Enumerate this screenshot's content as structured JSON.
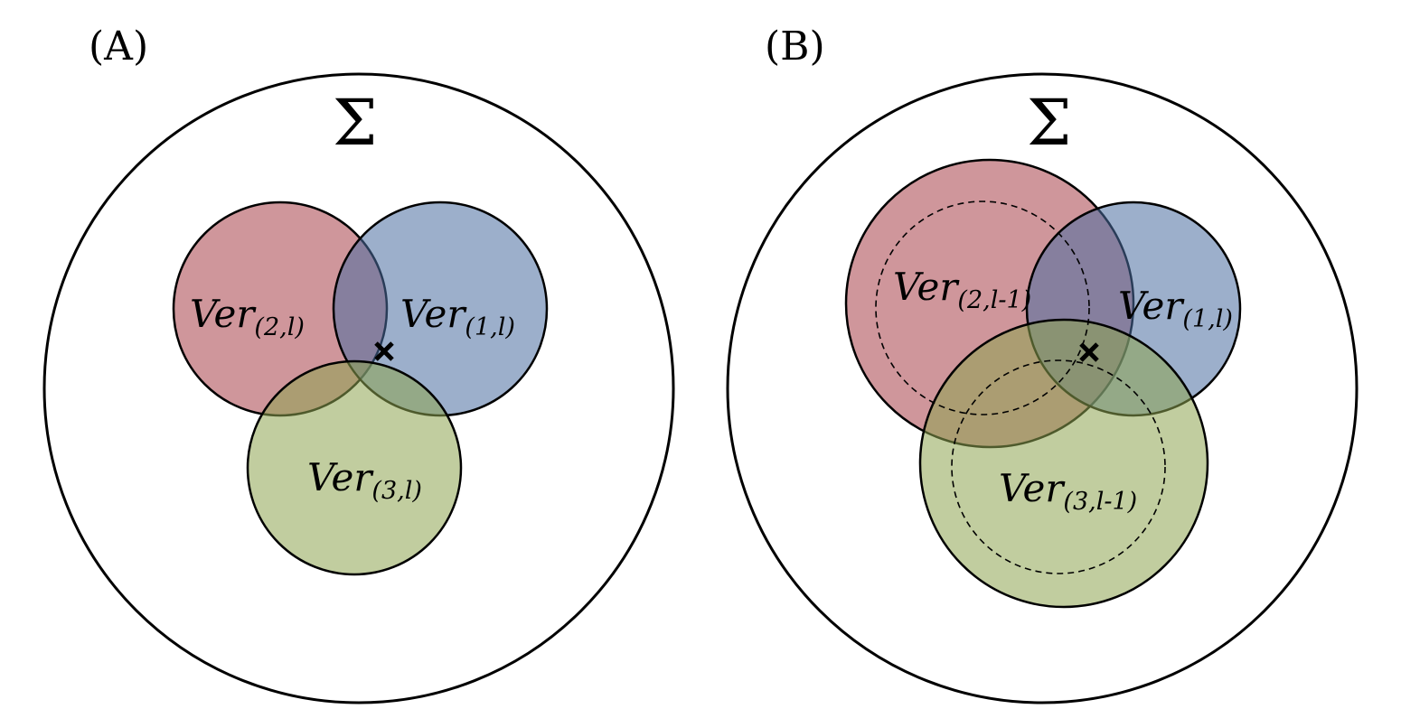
{
  "colors": {
    "red_set": "#a84048",
    "blue_set": "#4a6ea0",
    "green_set": "#8ea451"
  },
  "panel_a": {
    "label": "(A)",
    "universe_symbol": "Σ",
    "sets": [
      {
        "name": "Ver",
        "subscript": "(2,l)"
      },
      {
        "name": "Ver",
        "subscript": "(1,l)"
      },
      {
        "name": "Ver",
        "subscript": "(3,l)"
      }
    ]
  },
  "panel_b": {
    "label": "(B)",
    "universe_symbol": "Σ",
    "sets": [
      {
        "name": "Ver",
        "subscript": "(2,l-1)"
      },
      {
        "name": "Ver",
        "subscript": "(1,l)"
      },
      {
        "name": "Ver",
        "subscript": "(3,l-1)"
      }
    ]
  }
}
